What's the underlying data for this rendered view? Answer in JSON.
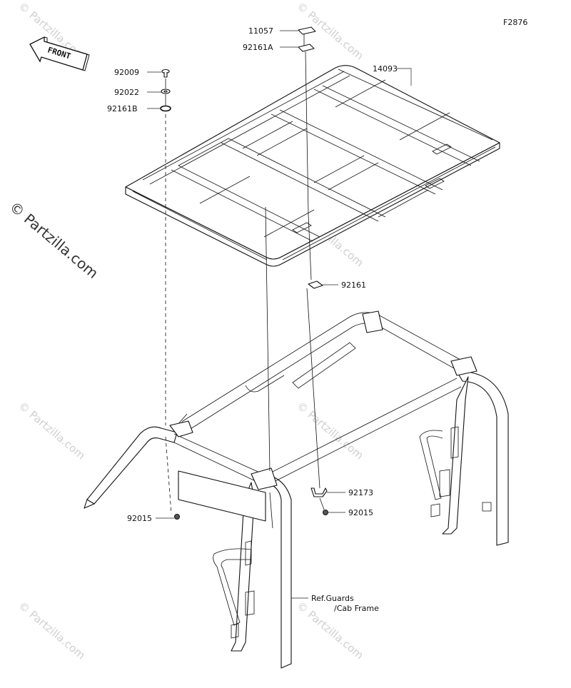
{
  "figure_code": "F2876",
  "front_label": "FRONT",
  "parts": {
    "p11057": "11057",
    "p92161A": "92161A",
    "p14093": "14093",
    "p92009": "92009",
    "p92022": "92022",
    "p92161B": "92161B",
    "p92161": "92161",
    "p92173": "92173",
    "p92015_left": "92015",
    "p92015_right": "92015"
  },
  "reference_note": {
    "line1": "Ref.Guards",
    "line2": "/Cab Frame"
  },
  "watermark": {
    "text": "© Partzilla.com",
    "main_text": "© Partzilla.com"
  }
}
